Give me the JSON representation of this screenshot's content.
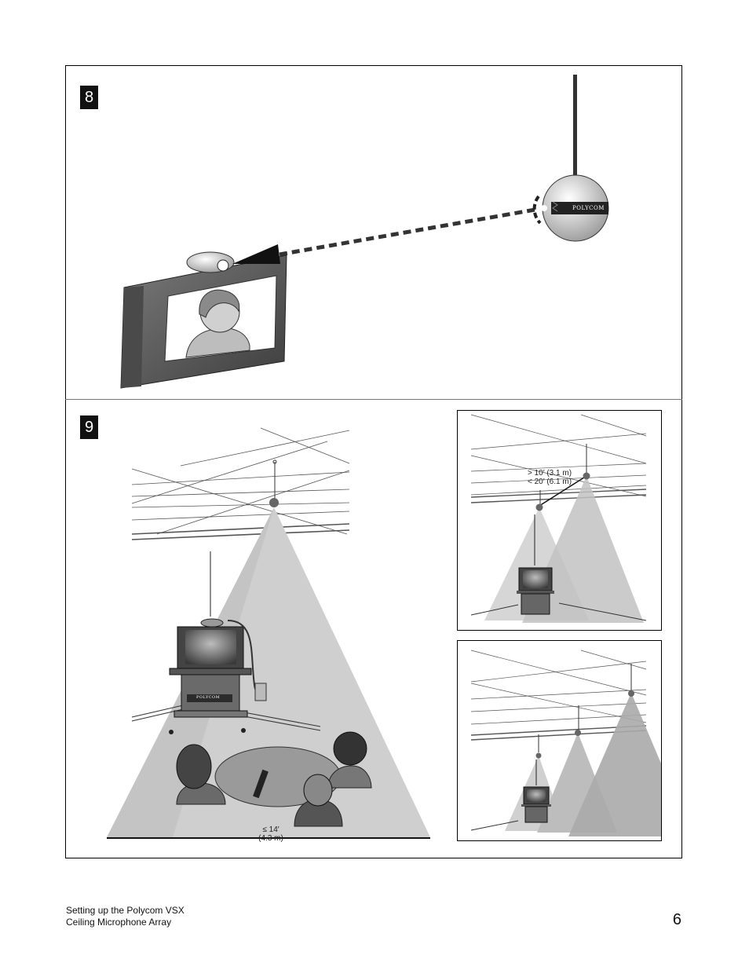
{
  "steps": {
    "step8": "8",
    "step9": "9"
  },
  "figure9": {
    "width_caption_line1": "≤ 14′",
    "width_caption_line2": "(4.3 m)",
    "spacing_caption_line1": "> 10′ (3.1 m)",
    "spacing_caption_line2": "< 20′ (6.1 m)"
  },
  "brand_label": "POLYCOM",
  "footer": {
    "line1": "Setting up the Polycom VSX",
    "line2": "Ceiling Microphone Array"
  },
  "page_number": "6"
}
